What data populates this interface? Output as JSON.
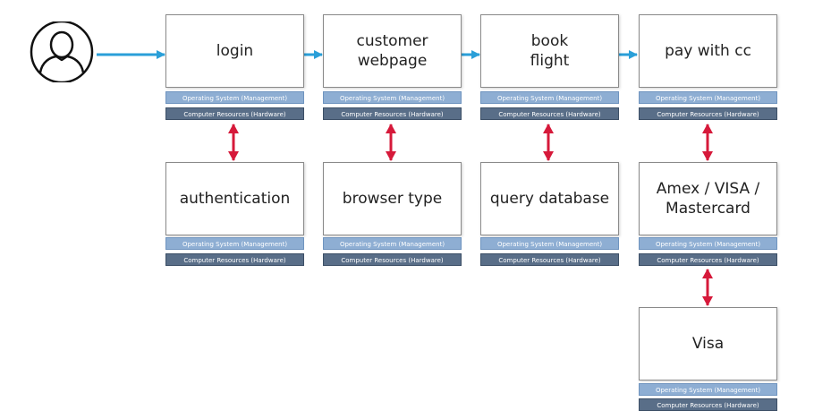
{
  "layers": {
    "os_label": "Operating System (Management)",
    "hw_label": "Computer Resources (Hardware)"
  },
  "top_row": [
    {
      "label": "login"
    },
    {
      "label": "customer\nwebpage"
    },
    {
      "label": "book\nflight"
    },
    {
      "label": "pay with cc"
    }
  ],
  "bottom_row": [
    {
      "label": "authentication"
    },
    {
      "label": "browser type"
    },
    {
      "label": "query database"
    },
    {
      "label": "Amex / VISA /\nMastercard"
    }
  ],
  "third_row": [
    {
      "label": "Visa"
    }
  ],
  "icons": {
    "user": "user-icon"
  },
  "colors": {
    "flow_arrow": "#2a9fd8",
    "dependency_arrow": "#d6193a",
    "os_layer": "#8eaed3",
    "hw_layer": "#596e88"
  }
}
